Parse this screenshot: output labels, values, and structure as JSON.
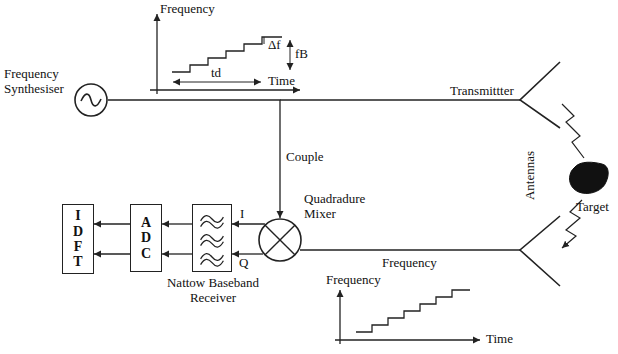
{
  "diagram": {
    "nodes": [
      {
        "text": [
          "Frequency Synthesiser"
        ]
      },
      {
        "text": [
          "Quadradure Mixer"
        ]
      },
      {
        "text": [
          "Nattow Baseband Receiver"
        ]
      },
      {
        "text": [
          "ADC"
        ]
      },
      {
        "text": [
          "IDFT"
        ]
      },
      {
        "text": [
          "Target"
        ]
      }
    ],
    "edges": [
      {
        "from": 0,
        "to": 1,
        "arrow": "to",
        "label": "Couple"
      },
      {
        "from": 1,
        "to": 2,
        "arrow": "to",
        "label": "I"
      },
      {
        "from": 1,
        "to": 2,
        "arrow": "to",
        "label": "Q"
      },
      {
        "from": 2,
        "to": 3,
        "arrow": "to"
      },
      {
        "from": 2,
        "to": 3,
        "arrow": "to"
      },
      {
        "from": 3,
        "to": 4,
        "arrow": "to"
      },
      {
        "from": 3,
        "to": 4,
        "arrow": "to"
      }
    ],
    "labels": [
      "Frequency",
      "Δf",
      "fB",
      "Time",
      "td",
      "Transmittter",
      "Antennas",
      "Frequency",
      "Frequency",
      "Time"
    ]
  }
}
